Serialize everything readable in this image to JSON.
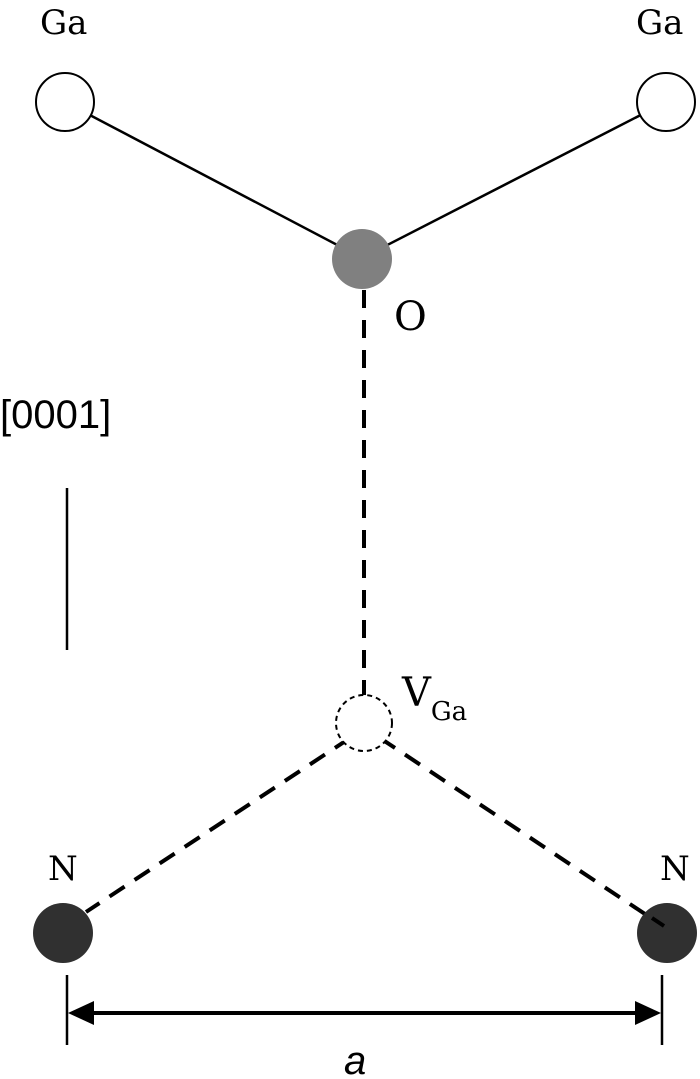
{
  "atoms": {
    "ga_left": {
      "label": "Ga",
      "color": "#ffffff"
    },
    "ga_right": {
      "label": "Ga",
      "color": "#ffffff"
    },
    "oxygen": {
      "label": "O",
      "color": "#808080"
    },
    "vacancy": {
      "label": "V",
      "subscript": "Ga",
      "color": "#ffffff"
    },
    "n_left": {
      "label": "N",
      "color": "#303030"
    },
    "n_right": {
      "label": "N",
      "color": "#303030"
    }
  },
  "direction": {
    "label": "[0001]"
  },
  "lattice_constant": {
    "label": "a"
  }
}
